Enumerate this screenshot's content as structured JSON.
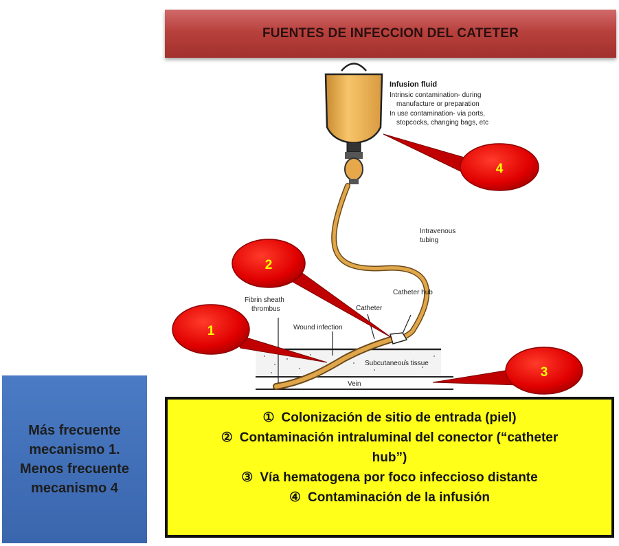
{
  "title": "FUENTES DE INFECCION DEL CATETER",
  "diagram": {
    "infusion_fluid_title": "Infusion fluid",
    "infusion_fluid_lines": [
      "Intrinsic contamination- during",
      "manufacture or preparation",
      "In use contamination- via ports,",
      "stopcocks, changing bags, etc"
    ],
    "intravenous_tubing_lines": [
      "Intravenous",
      "tubing"
    ],
    "catheter_hub": "Catheter hub",
    "catheter": "Catheter",
    "fibrin_lines": [
      "Fibrin sheath",
      "thrombus"
    ],
    "wound_infection": "Wound infection",
    "subcutaneous": "Subcutaneous tissue",
    "vein": "Vein"
  },
  "callouts": [
    "1",
    "2",
    "3",
    "4"
  ],
  "side_note": "Más frecuente mecanismo 1. Menos frecuente mecanismo 4",
  "legend": {
    "items": [
      {
        "num": "①",
        "text": "Colonización de sitio de entrada (piel)"
      },
      {
        "num": "②",
        "text": "Contaminación intraluminal del conector (“catheter"
      },
      {
        "num": "",
        "text": "hub”)"
      },
      {
        "num": "③",
        "text": "Vía hematogena por foco infeccioso distante"
      },
      {
        "num": "④",
        "text": "Contaminación de la infusión"
      }
    ]
  },
  "colors": {
    "title_bar": "#b8413d",
    "callout_fill": "#e60000",
    "callout_text": "#ffff00",
    "legend_bg": "#ffff1a",
    "side_note_bg": "#3f70b8",
    "tubing": "#e0a64a"
  }
}
